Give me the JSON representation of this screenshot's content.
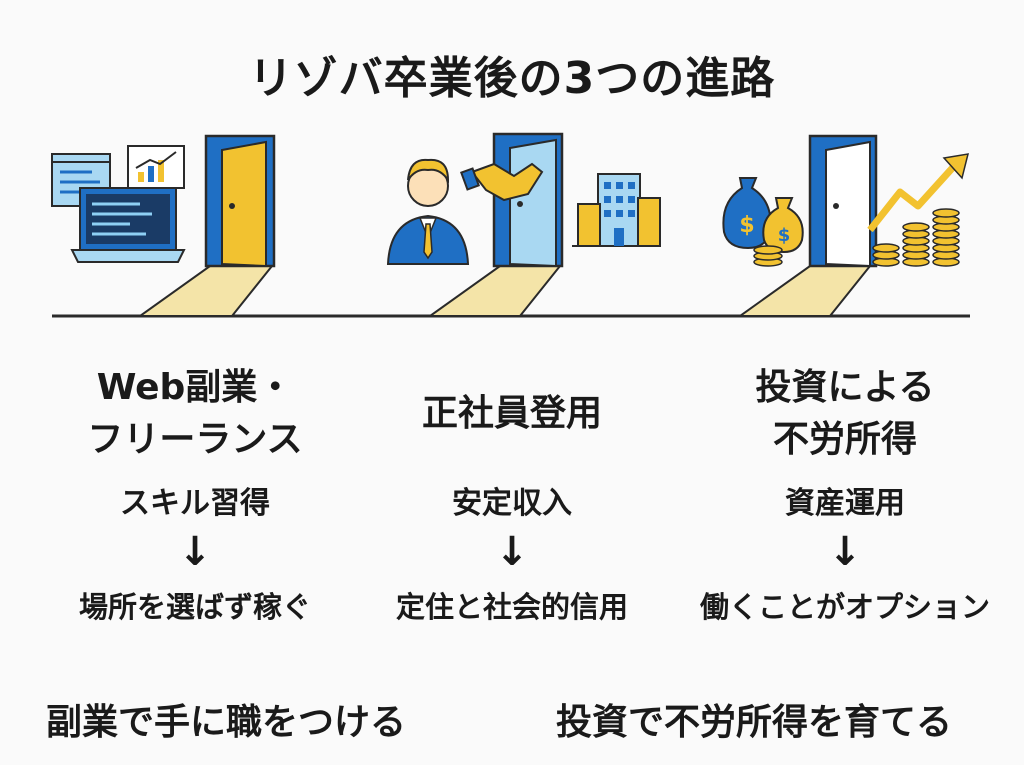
{
  "title": "リゾバ卒業後の3つの進路",
  "paths": [
    {
      "title_line1": "Web副業・",
      "title_line2": "フリーランス",
      "keyword": "スキル習得",
      "arrow": "↓",
      "result": "場所を選ばず稼ぐ",
      "illustration": "laptop-code-and-chart-icon"
    },
    {
      "title_line1": "正社員登用",
      "title_line2": "",
      "keyword": "安定収入",
      "arrow": "↓",
      "result": "定住と社会的信用",
      "illustration": "businessman-handshake-building-icon"
    },
    {
      "title_line1": "投資による",
      "title_line2": "不労所得",
      "keyword": "資産運用",
      "arrow": "↓",
      "result": "働くことがオプション",
      "illustration": "money-bags-coins-growth-arrow-icon"
    }
  ],
  "taglines": [
    "副業で手に職をつける",
    "投資で不労所得を育てる"
  ],
  "colors": {
    "door_blue": "#1f6fc4",
    "door_yellow": "#f2c230",
    "door_light_blue": "#a9d8f2",
    "path_beige": "#f4e4a8",
    "line_dark": "#2a2a2a"
  }
}
